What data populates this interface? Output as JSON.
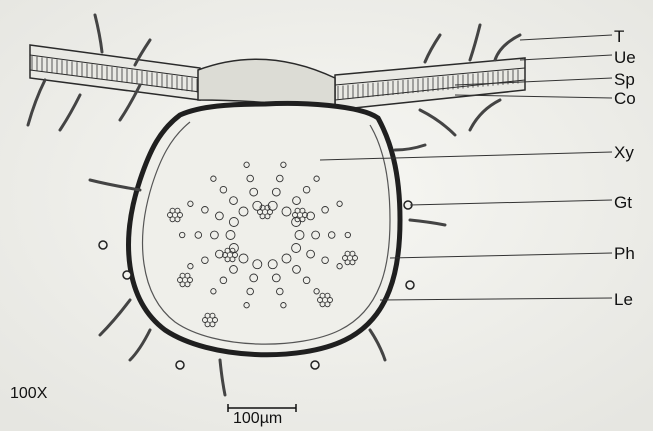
{
  "figure": {
    "magnification": "100X",
    "scale_bar_label": "100µm",
    "labels": [
      {
        "id": "t",
        "text": "T"
      },
      {
        "id": "ue",
        "text": "Ue"
      },
      {
        "id": "sp",
        "text": "Sp"
      },
      {
        "id": "co",
        "text": "Co"
      },
      {
        "id": "xy",
        "text": "Xy"
      },
      {
        "id": "gt",
        "text": "Gt"
      },
      {
        "id": "ph",
        "text": "Ph"
      },
      {
        "id": "le",
        "text": "Le"
      }
    ]
  },
  "colors": {
    "paper": "#eeeeea",
    "ink": "#2a2a2a",
    "label_line": "#333333"
  }
}
